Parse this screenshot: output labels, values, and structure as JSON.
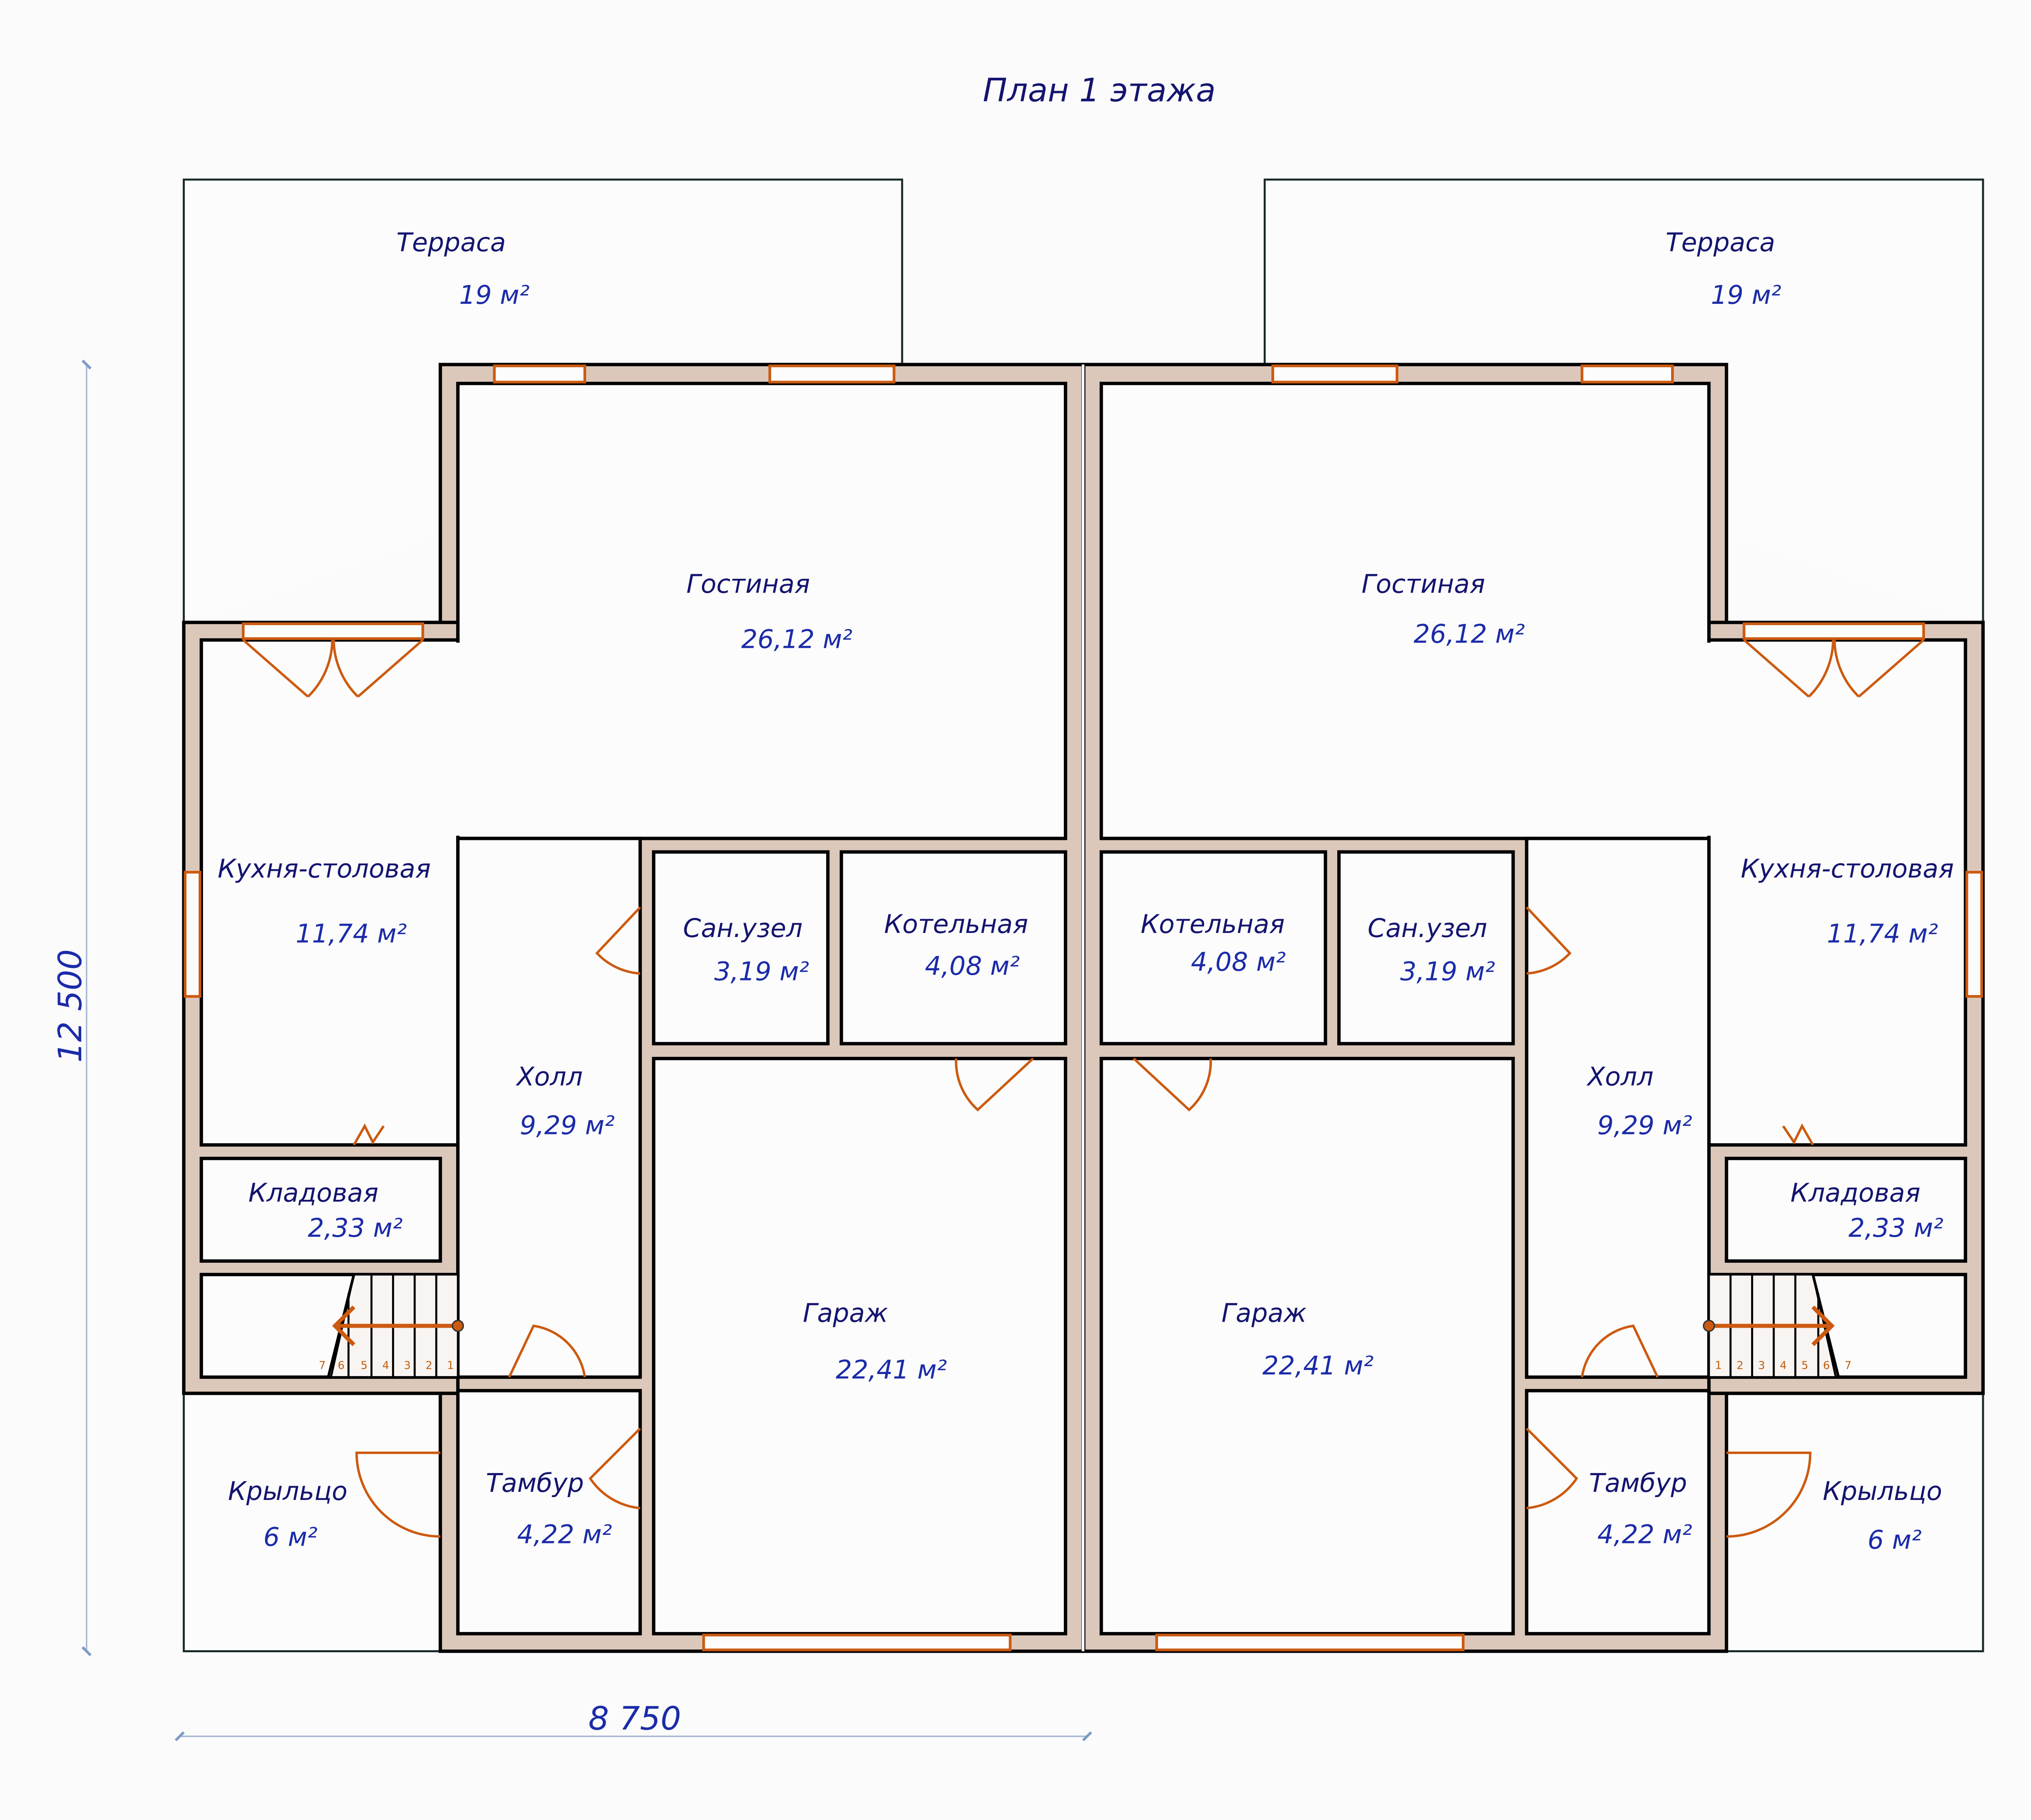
{
  "title": "План 1 этажа",
  "dimensions": {
    "height": "12 500",
    "width": "8 750"
  },
  "units": [
    {
      "rooms": [
        {
          "name": "Терраса",
          "area": "19 м²"
        },
        {
          "name": "Гостиная",
          "area": "26,12 м²"
        },
        {
          "name": "Кухня-столовая",
          "area": "11,74 м²"
        },
        {
          "name": "Сан.узел",
          "area": "3,19 м²"
        },
        {
          "name": "Котельная",
          "area": "4,08 м²"
        },
        {
          "name": "Холл",
          "area": "9,29 м²"
        },
        {
          "name": "Кладовая",
          "area": "2,33 м²"
        },
        {
          "name": "Гараж",
          "area": "22,41 м²"
        },
        {
          "name": "Тамбур",
          "area": "4,22 м²"
        },
        {
          "name": "Крыльцо",
          "area": "6 м²"
        }
      ],
      "stair_steps": [
        "1",
        "2",
        "3",
        "4",
        "5",
        "6",
        "7"
      ]
    },
    {
      "rooms": [
        {
          "name": "Терраса",
          "area": "19 м²"
        },
        {
          "name": "Гостиная",
          "area": "26,12 м²"
        },
        {
          "name": "Кухня-столовая",
          "area": "11,74 м²"
        },
        {
          "name": "Сан.узел",
          "area": "3,19 м²"
        },
        {
          "name": "Котельная",
          "area": "4,08 м²"
        },
        {
          "name": "Холл",
          "area": "9,29 м²"
        },
        {
          "name": "Кладовая",
          "area": "2,33 м²"
        },
        {
          "name": "Гараж",
          "area": "22,41 м²"
        },
        {
          "name": "Тамбур",
          "area": "4,22 м²"
        },
        {
          "name": "Крыльцо",
          "area": "6 м²"
        }
      ],
      "stair_steps": [
        "1",
        "2",
        "3",
        "4",
        "5",
        "6",
        "7"
      ]
    }
  ],
  "colors": {
    "wall": "#dcc8bb",
    "opening": "#cc5a10",
    "text": "#141470"
  }
}
